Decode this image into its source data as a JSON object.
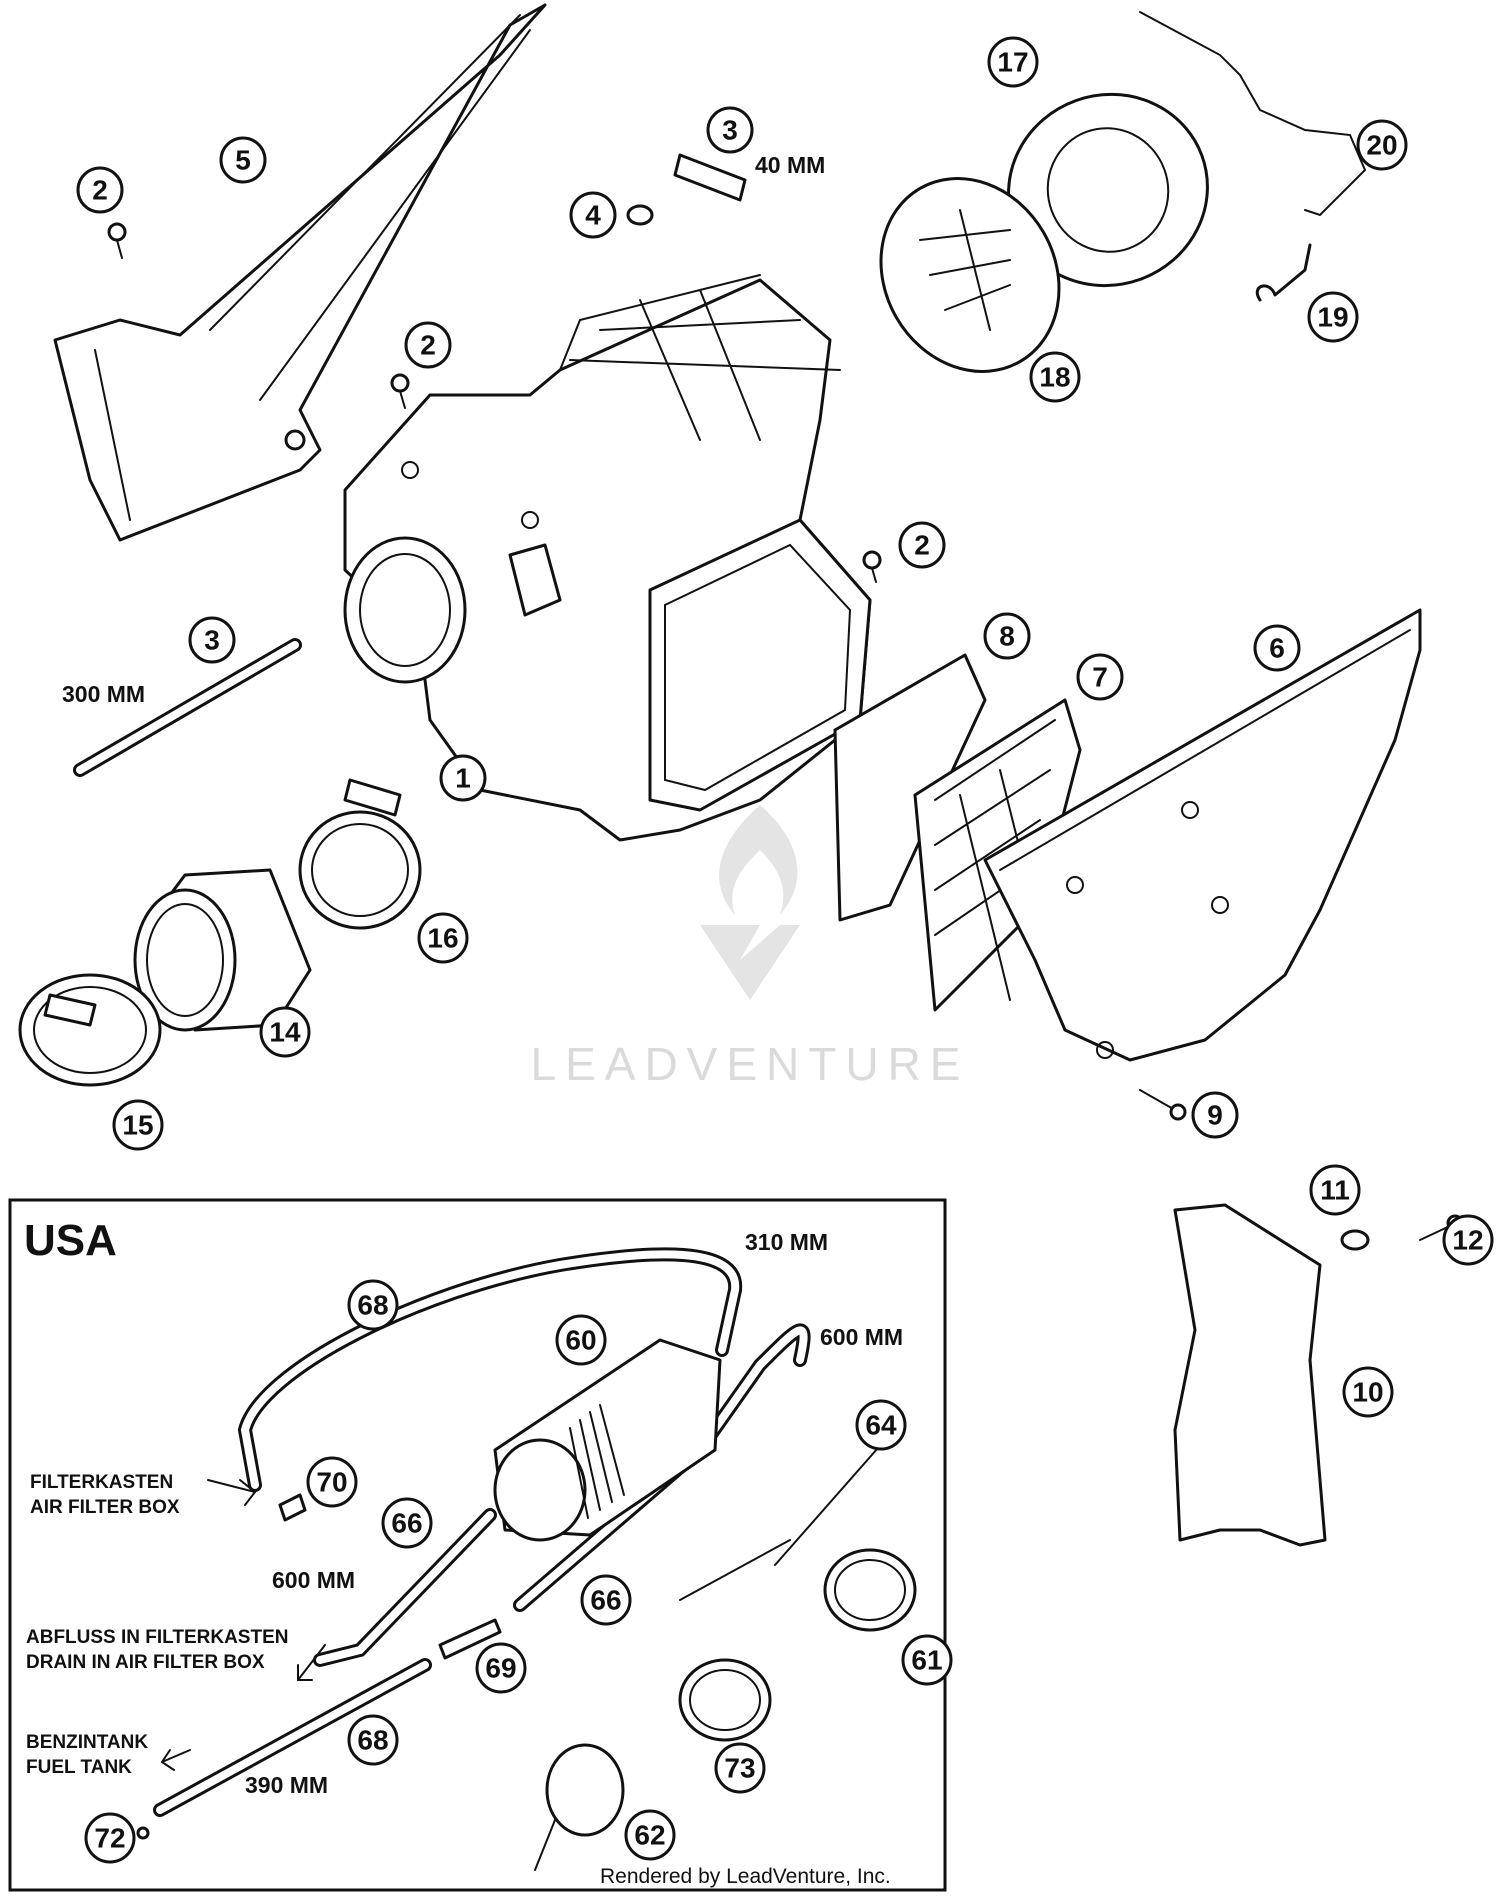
{
  "watermark": "LEADVENTURE",
  "credit": "Rendered by LeadVenture, Inc.",
  "callouts": [
    "1",
    "2",
    "2",
    "2",
    "2",
    "3",
    "3",
    "4",
    "5",
    "6",
    "7",
    "8",
    "9",
    "10",
    "11",
    "12",
    "14",
    "15",
    "16",
    "17",
    "18",
    "19",
    "20"
  ],
  "dimensions": {
    "hose_40": "40 MM",
    "hose_300": "300 MM"
  },
  "usa_inset": {
    "title": "USA",
    "callouts": [
      "60",
      "61",
      "62",
      "64",
      "66",
      "66",
      "68",
      "68",
      "69",
      "70",
      "72",
      "73"
    ],
    "dimensions": {
      "hose_310": "310 MM",
      "hose_600_top": "600 MM",
      "hose_600_left": "600 MM",
      "hose_390": "390 MM"
    },
    "notes": {
      "filterkasten": "FILTERKASTEN",
      "air_filter_box": "AIR FILTER BOX",
      "abfluss": "ABFLUSS IN FILTERKASTEN",
      "drain": "DRAIN IN AIR FILTER BOX",
      "benzintank": "BENZINTANK",
      "fuel_tank": "FUEL TANK"
    }
  }
}
